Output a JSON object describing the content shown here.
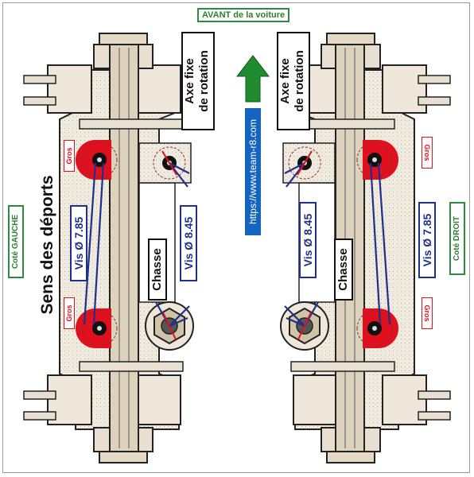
{
  "title": "AVANT de la voiture",
  "url": "https://www.team-r8.com",
  "labels": {
    "sens_deports": "Sens des déports",
    "cote_gauche": "Coté GAUCHE",
    "cote_droit": "Coté DROIT",
    "axe_line1": "Axe fixe",
    "axe_line2": "de rotation",
    "chasse": "Chasse",
    "vis_785": "Vis Ø 7.85",
    "vis_845": "Vis Ø 8.45",
    "gros": "Gros"
  },
  "colors": {
    "green": "#2e8b3e",
    "blue": "#1f2f8c",
    "red": "#e0101e",
    "url_bg": "#1565c0"
  }
}
